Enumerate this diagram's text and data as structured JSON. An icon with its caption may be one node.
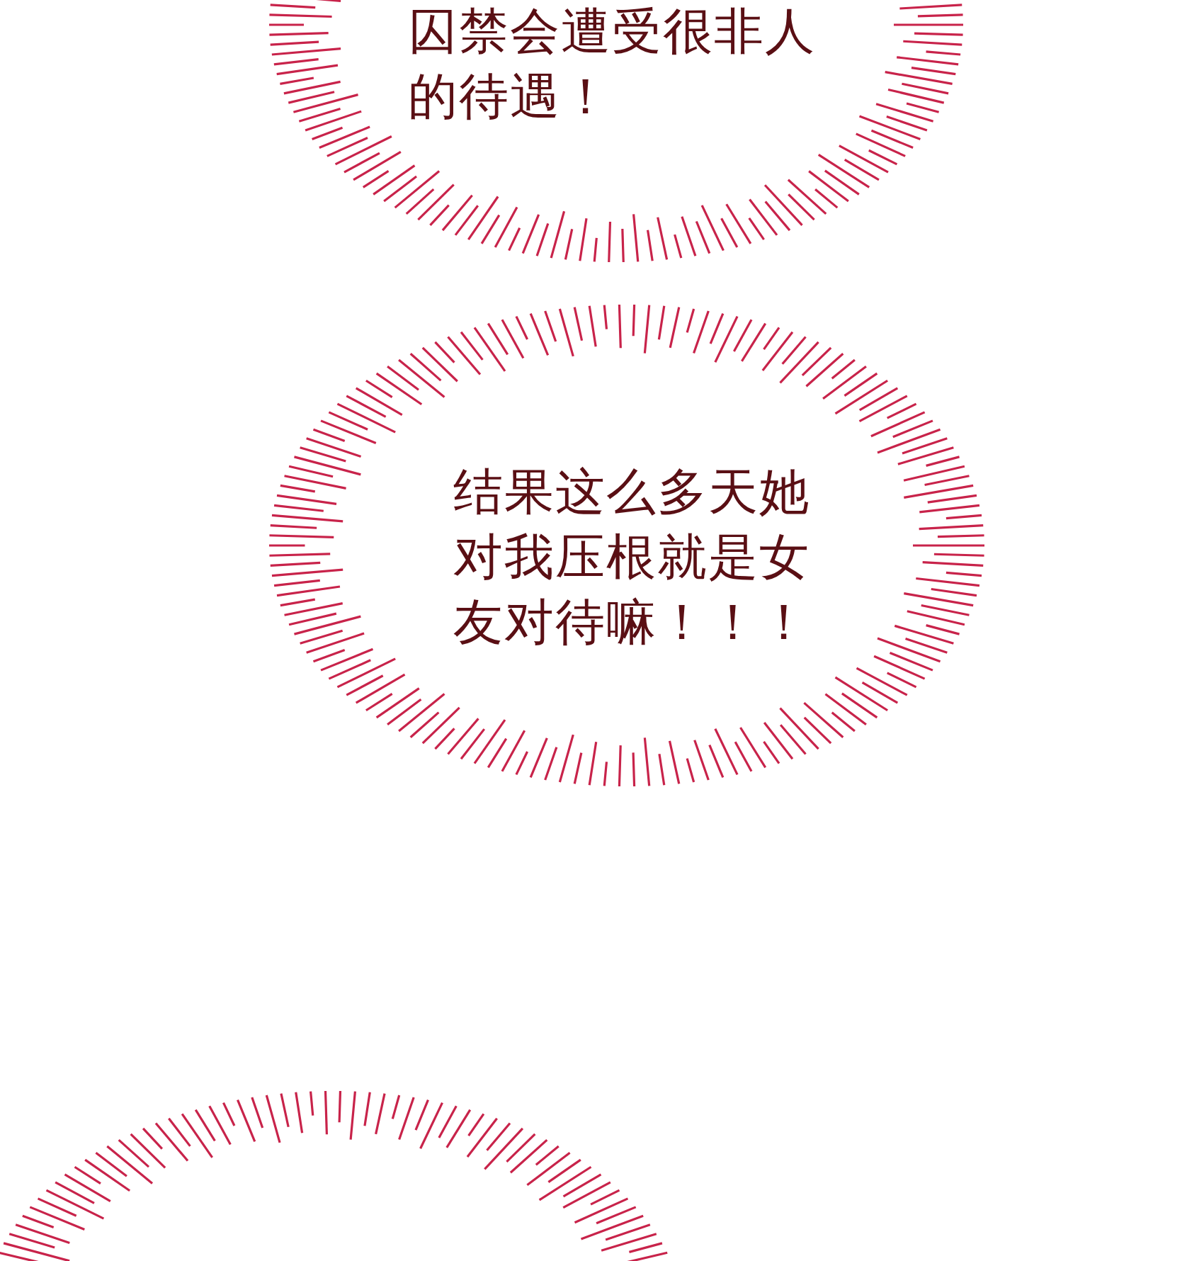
{
  "diagram": {
    "nodes": [
      {
        "text": [
          "囚禁会遭受很非人的待遇！"
        ]
      },
      {
        "text": [
          "结果这么多天她对我压根就是女友对待嘛！！！"
        ]
      },
      {
        "text": [],
        "shape": "ellipse"
      }
    ]
  }
}
